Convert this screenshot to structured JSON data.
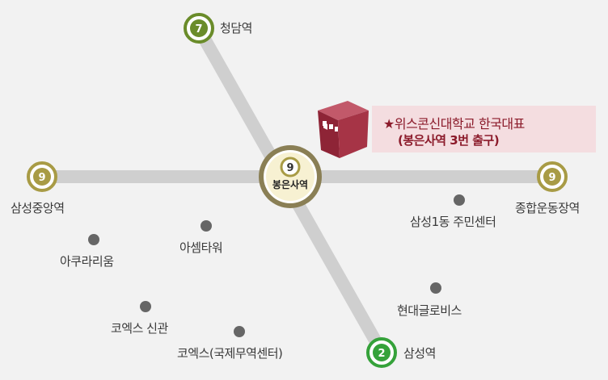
{
  "title": "",
  "colors": {
    "background": "#f2f2f2",
    "route_line": "#cfcfcf",
    "line9": "#a89b45",
    "line7": "#6a8c2a",
    "line2": "#35a23a",
    "poi_dot": "#666666",
    "building": "#a63446",
    "callout_bg": "#f4dde0",
    "callout_text": "#8b1a2a"
  },
  "stations": {
    "center": {
      "name": "봉은사역",
      "line": "9"
    },
    "north": {
      "name": "청담역",
      "line": "7"
    },
    "west": {
      "name": "삼성중앙역",
      "line": "9"
    },
    "east": {
      "name": "종합운동장역",
      "line": "9"
    },
    "south": {
      "name": "삼성역",
      "line": "2"
    }
  },
  "pois": [
    {
      "id": "samseong1dong",
      "name": "삼성1동 주민센터"
    },
    {
      "id": "asem-tower",
      "name": "아셈타워"
    },
    {
      "id": "aquarium",
      "name": "아쿠라리움"
    },
    {
      "id": "hyundai-glovis",
      "name": "현대글로비스"
    },
    {
      "id": "coex-sinkwan",
      "name": "코엑스 신관"
    },
    {
      "id": "coex-intl",
      "name": "코엑스(국제무역센터)"
    }
  ],
  "destination": {
    "icon": "building-icon",
    "line1": "★위스콘신대학교 한국대표",
    "line2": "(봉은사역 3번 출구)"
  }
}
